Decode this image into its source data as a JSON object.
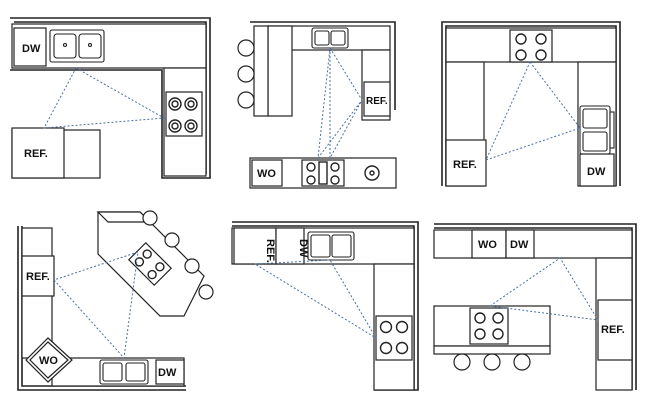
{
  "labels": {
    "dw": "DW",
    "ref": "REF.",
    "wo": "WO"
  },
  "colors": {
    "line": "#222222",
    "triangle": "#4a6fa5",
    "background": "#ffffff"
  },
  "layouts": [
    {
      "name": "l-shape-kitchen",
      "appliances": [
        "DW",
        "REF."
      ]
    },
    {
      "name": "u-shape-bar-kitchen",
      "appliances": [
        "REF.",
        "WO"
      ]
    },
    {
      "name": "u-shape-kitchen",
      "appliances": [
        "REF.",
        "DW"
      ]
    },
    {
      "name": "angled-peninsula-kitchen",
      "appliances": [
        "REF.",
        "WO",
        "DW"
      ]
    },
    {
      "name": "l-shape-kitchen-2",
      "appliances": [
        "REF.",
        "DW"
      ]
    },
    {
      "name": "l-shape-island-kitchen",
      "appliances": [
        "WO",
        "DW",
        "REF."
      ]
    }
  ]
}
